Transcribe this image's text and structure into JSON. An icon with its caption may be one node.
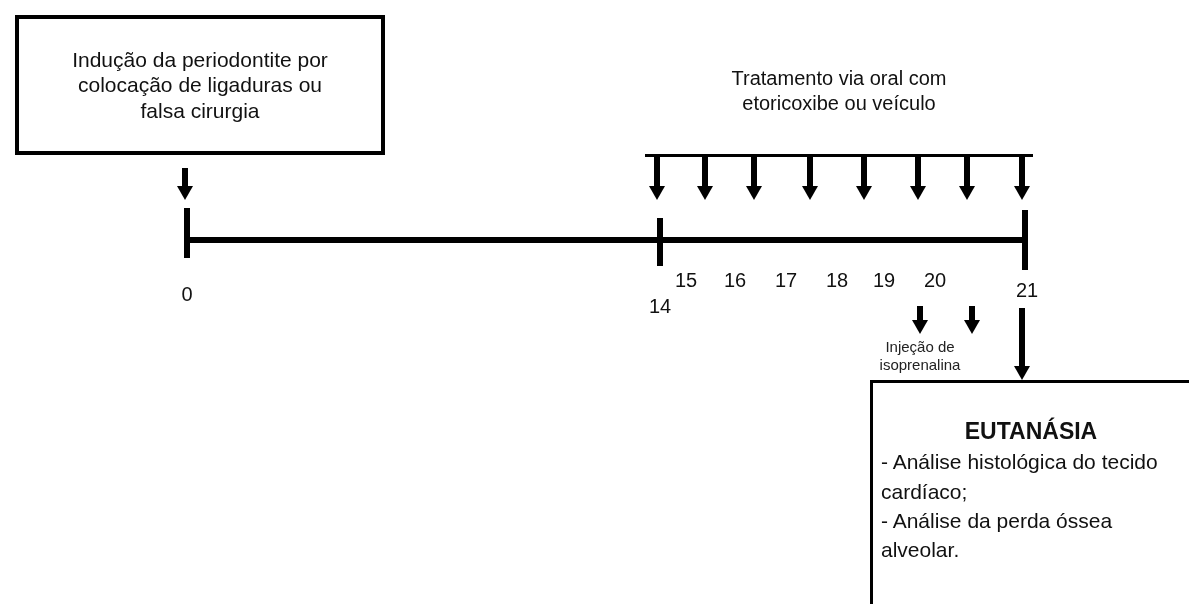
{
  "diagram": {
    "nodes": [
      {
        "text": [
          "Indução da periodontite por colocação de ligaduras ou falsa cirurgia"
        ]
      },
      {
        "text": [
          "Tratamento via oral com etoricoxibe ou veículo"
        ]
      },
      {
        "text": [],
        "shape": "bar"
      },
      {
        "text": [
          "Injeção de isoprenalina"
        ]
      },
      {
        "text": [
          "EUTANÁSIA",
          "- Análise histológica do tecido cardíaco;",
          "- Análise da perda óssea alveolar."
        ]
      }
    ],
    "edges": [
      {
        "from": 0,
        "to": 2,
        "arrow": "to"
      },
      {
        "from": 1,
        "to": 2,
        "arrow": "to"
      },
      {
        "from": 1,
        "to": 2,
        "arrow": "to"
      },
      {
        "from": 1,
        "to": 2,
        "arrow": "to"
      },
      {
        "from": 1,
        "to": 2,
        "arrow": "to"
      },
      {
        "from": 1,
        "to": 2,
        "arrow": "to"
      },
      {
        "from": 1,
        "to": 2,
        "arrow": "to"
      },
      {
        "from": 1,
        "to": 2,
        "arrow": "to"
      },
      {
        "from": 1,
        "to": 2,
        "arrow": "to"
      },
      {
        "from": null,
        "to": 3,
        "arrow": "to"
      },
      {
        "from": null,
        "to": 3,
        "arrow": "to"
      },
      {
        "from": null,
        "to": 4,
        "arrow": "to"
      }
    ],
    "labels": [
      "0",
      "14",
      "15",
      "16",
      "17",
      "18",
      "19",
      "20",
      "21"
    ]
  }
}
